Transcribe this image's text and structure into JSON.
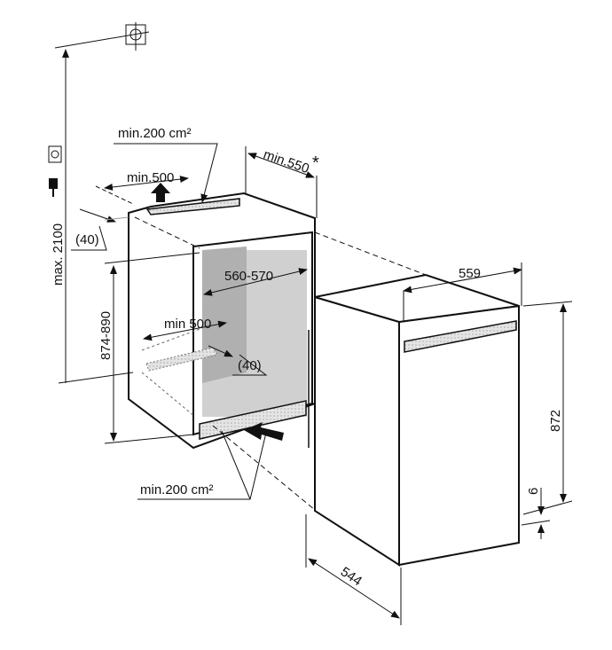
{
  "title": "Built-in installation dimensions",
  "labels": {
    "max_height": "max. 2100",
    "top_vent_area": "min.200 cm²",
    "top_vent_width": "min.500",
    "depth_min": "min.550",
    "depth_asterisk": "*",
    "top_offset": "(40)",
    "niche_height": "874-890",
    "niche_width": "560-570",
    "bottom_vent_width": "min 500",
    "bottom_offset": "(40)",
    "bottom_vent_area": "min.200 cm²",
    "appliance_width": "559",
    "appliance_height": "872",
    "plinth": "6",
    "appliance_depth": "544"
  },
  "icons": [
    "level-marker-icon",
    "socket-icon",
    "plug-icon",
    "airflow-arrow-icon"
  ]
}
